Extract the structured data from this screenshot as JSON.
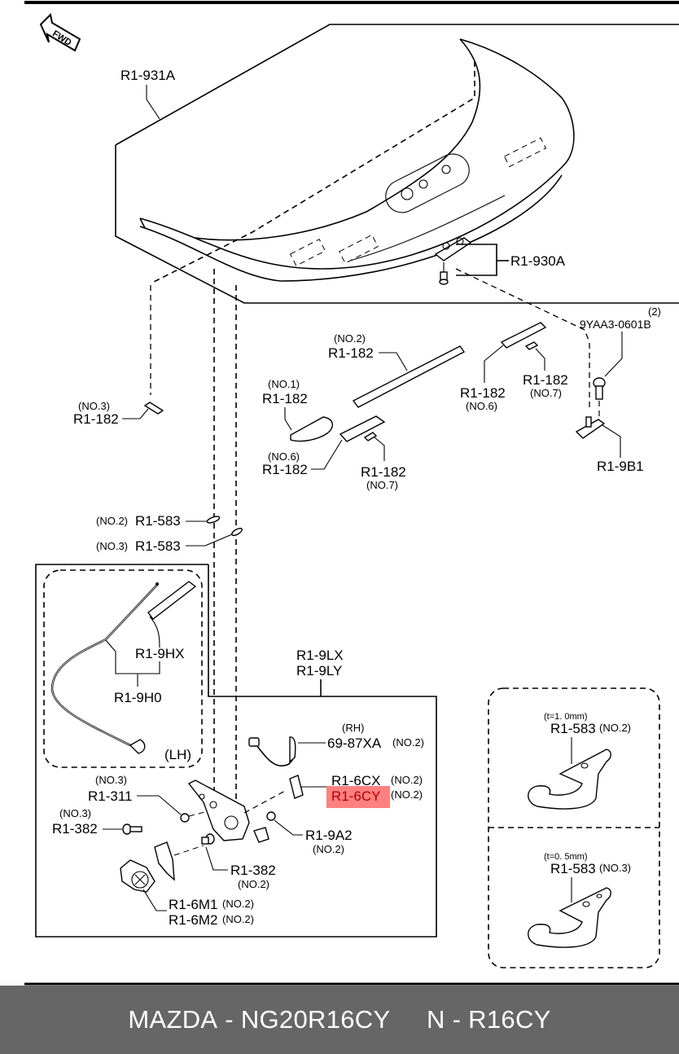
{
  "diagram": {
    "fwd_label": "FWD",
    "labels": {
      "trunk_lid": "R1-931A",
      "hinge_bracket": "R1-930A",
      "bolt_qty": "(2)",
      "bolt": "9YAA3-0601B",
      "striker": "R1-9B1",
      "insul_no2_qty": "(NO.2)",
      "insul_no2": "R1-182",
      "insul_no1_qty": "(NO.1)",
      "insul_no1": "R1-182",
      "insul_no6_qty": "(NO.6)",
      "insul_no6": "R1-182",
      "insul_no7_a": "R1-182",
      "insul_no7_a_qty": "(NO.7)",
      "insul_no6_r": "R1-182",
      "insul_no6_r_qty": "(NO.6)",
      "insul_no7_r": "R1-182",
      "insul_no7_r_qty": "(NO.7)",
      "insul_no3_qty": "(NO.3)",
      "insul_no3": "R1-182",
      "hook_no2_qty": "(NO.2)",
      "hook_no2": "R1-583",
      "hook_no3_qty": "(NO.3)",
      "hook_no3": "R1-583",
      "cable_handle": "R1-9HX",
      "cable_assy": "R1-9H0",
      "cable_side": "(LH)",
      "lock_x": "R1-9LX",
      "lock_y": "R1-9LY",
      "switch_side": "(RH)",
      "switch": "69-87XA",
      "switch_qty": "(NO.2)",
      "cover_x": "R1-6CX",
      "cover_x_qty": "(NO.2)",
      "cover_y": "R1-6CY",
      "cover_y_qty": "(NO.2)",
      "nut_no3_qty": "(NO.3)",
      "nut_no3": "R1-311",
      "bolt_no3_qty": "(NO.3)",
      "bolt_no3": "R1-382",
      "nut_9a2": "R1-9A2",
      "nut_9a2_qty": "(NO.2)",
      "bolt_no2": "R1-382",
      "bolt_no2_qty": "(NO.2)",
      "motor_1": "R1-6M1",
      "motor_1_qty": "(NO.2)",
      "motor_2": "R1-6M2",
      "motor_2_qty": "(NO.2)",
      "detail1_thickness": "(t=1. 0mm)",
      "detail1_part": "R1-583",
      "detail1_qty": "(NO.2)",
      "detail2_thickness": "(t=0. 5mm)",
      "detail2_part": "R1-583",
      "detail2_qty": "(NO.3)"
    },
    "highlighted_part": "R1-6CY",
    "highlight_color": "#ff8080"
  },
  "footer": {
    "brand": "MAZDA",
    "part_number": "NG20R16CY",
    "code_prefix": "N",
    "code": "R16CY",
    "background": "#666666"
  }
}
